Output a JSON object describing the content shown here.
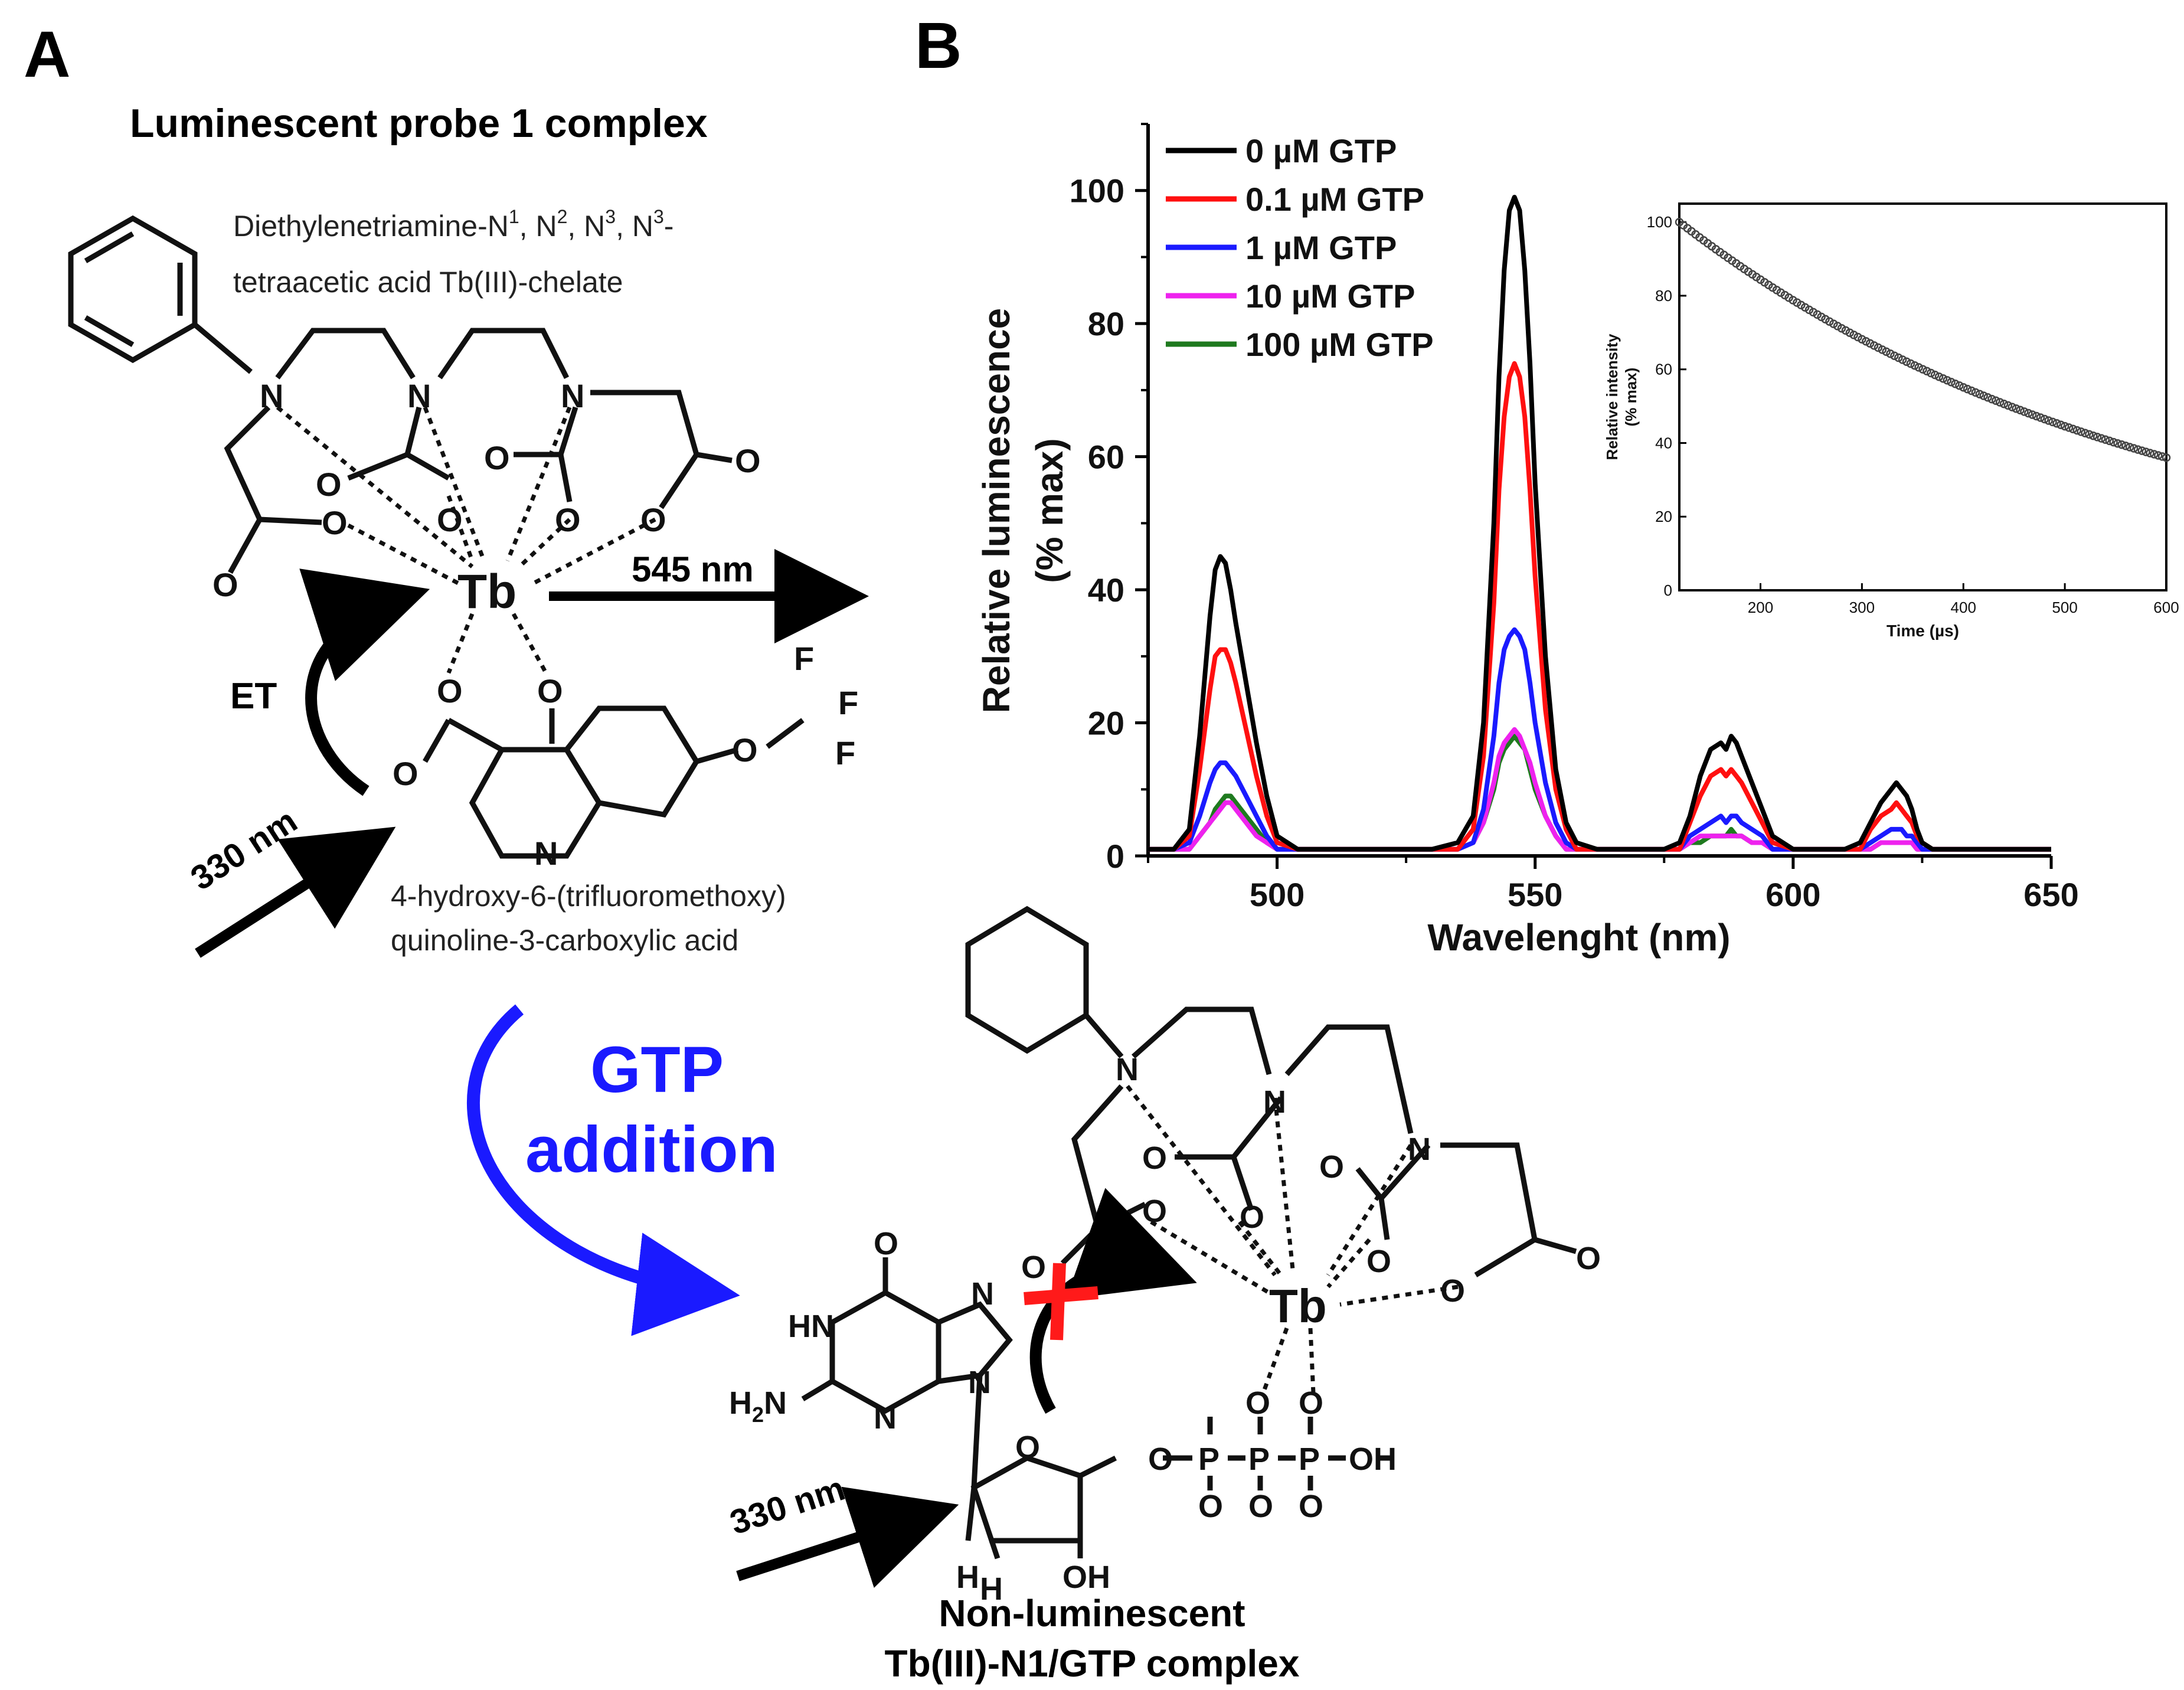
{
  "panel_a": {
    "label": "A",
    "title": "Luminescent probe 1 complex",
    "chelate_name_1": "Diethylenetriamine-N",
    "chelate_sup_1": "1",
    "chelate_sep_1": ", N",
    "chelate_sup_2": "2",
    "chelate_sep_2": ", N",
    "chelate_sup_3": "3",
    "chelate_sep_3": ", N",
    "chelate_sup_4": "3",
    "chelate_end": "-",
    "chelate_name_2": "tetraacetic acid Tb(III)-chelate",
    "emission_label": "545 nm",
    "et_label": "ET",
    "excitation_label": "330 nm",
    "ligand_name_1": "4-hydroxy-6-(trifluoromethoxy)",
    "ligand_name_2": "quinoline-3-carboxylic acid",
    "atoms": {
      "tb": "Tb",
      "n": "N",
      "o": "O",
      "f": "F"
    }
  },
  "transition": {
    "line1": "GTP",
    "line2": "addition",
    "color": "#1a1aff"
  },
  "panel_c": {
    "excitation_label": "330 nm",
    "title1": "Non-luminescent",
    "title2": "Tb(III)-N1/GTP complex",
    "atoms": {
      "hn": "HN",
      "h2n": "H",
      "h2n_sub": "2",
      "h2n_n": "N",
      "oh": "OH",
      "h": "H",
      "p": "P",
      "o": "O",
      "n": "N"
    },
    "blocked_color": "#ff1a1a"
  },
  "panel_b": {
    "label": "B"
  },
  "chart_data": [
    {
      "type": "line",
      "xlabel": "Wavelenght (nm)",
      "ylabel_line1": "Relative luminescence",
      "ylabel_line2": "(% max)",
      "xlim": [
        475,
        650
      ],
      "ylim": [
        0,
        110
      ],
      "xticks": [
        500,
        550,
        600,
        650
      ],
      "yticks": [
        0,
        20,
        40,
        60,
        80,
        100
      ],
      "legend_position": "top-left",
      "series": [
        {
          "name": "0 µM GTP",
          "color": "#000000",
          "x": [
            475,
            480,
            483,
            485,
            487,
            488,
            489,
            490,
            491,
            492,
            494,
            496,
            498,
            500,
            504,
            510,
            520,
            530,
            535,
            538,
            540,
            542,
            543,
            544,
            545,
            546,
            547,
            548,
            549,
            550,
            552,
            554,
            556,
            558,
            562,
            570,
            575,
            578,
            580,
            582,
            584,
            586,
            587,
            588,
            589,
            590,
            592,
            594,
            596,
            600,
            605,
            610,
            613,
            615,
            617,
            619,
            620,
            621,
            622,
            623,
            624,
            625,
            627,
            630,
            635,
            640,
            645,
            650
          ],
          "y": [
            1,
            1,
            4,
            18,
            36,
            43,
            45,
            44,
            40,
            35,
            26,
            17,
            9,
            3,
            1,
            1,
            1,
            1,
            2,
            6,
            20,
            50,
            72,
            88,
            97,
            99,
            97,
            88,
            74,
            56,
            30,
            13,
            5,
            2,
            1,
            1,
            1,
            2,
            6,
            12,
            16,
            17,
            16,
            18,
            17,
            15,
            11,
            7,
            3,
            1,
            1,
            1,
            2,
            5,
            8,
            10,
            11,
            10,
            9,
            7,
            4,
            2,
            1,
            1,
            1,
            1,
            1,
            1
          ]
        },
        {
          "name": "0.1 µM GTP",
          "color": "#ff1010",
          "x": [
            475,
            480,
            483,
            485,
            487,
            488,
            489,
            490,
            491,
            492,
            494,
            496,
            498,
            500,
            504,
            510,
            520,
            530,
            535,
            538,
            540,
            542,
            543,
            544,
            545,
            546,
            547,
            548,
            549,
            550,
            552,
            554,
            556,
            558,
            562,
            570,
            575,
            578,
            580,
            582,
            584,
            586,
            587,
            588,
            589,
            590,
            592,
            594,
            596,
            600,
            605,
            610,
            613,
            615,
            617,
            619,
            620,
            621,
            622,
            623,
            624,
            625,
            627,
            630,
            635,
            640,
            645,
            650
          ],
          "y": [
            1,
            1,
            3,
            13,
            25,
            30,
            31,
            31,
            29,
            26,
            19,
            12,
            6,
            2,
            1,
            1,
            1,
            1,
            1,
            4,
            15,
            38,
            55,
            66,
            72,
            74,
            72,
            66,
            55,
            42,
            22,
            10,
            4,
            1,
            1,
            1,
            1,
            1,
            5,
            9,
            12,
            13,
            12,
            13,
            12,
            11,
            8,
            5,
            2,
            1,
            1,
            1,
            1,
            4,
            6,
            7,
            8,
            7,
            6,
            5,
            3,
            2,
            1,
            1,
            1,
            1,
            1,
            1
          ]
        },
        {
          "name": "1 µM GTP",
          "color": "#1a1aff",
          "x": [
            475,
            480,
            483,
            485,
            487,
            488,
            489,
            490,
            491,
            492,
            494,
            496,
            498,
            500,
            504,
            510,
            520,
            530,
            535,
            538,
            540,
            542,
            543,
            544,
            545,
            546,
            547,
            548,
            549,
            550,
            552,
            554,
            556,
            558,
            562,
            570,
            575,
            578,
            580,
            582,
            584,
            586,
            587,
            588,
            589,
            590,
            592,
            594,
            596,
            600,
            605,
            610,
            613,
            615,
            617,
            619,
            620,
            621,
            622,
            623,
            624,
            625,
            627,
            630,
            635,
            640,
            645,
            650
          ],
          "y": [
            1,
            1,
            2,
            6,
            11,
            13,
            14,
            14,
            13,
            12,
            9,
            6,
            3,
            1,
            1,
            1,
            1,
            1,
            1,
            2,
            7,
            18,
            26,
            31,
            33,
            34,
            33,
            31,
            26,
            20,
            11,
            5,
            2,
            1,
            1,
            1,
            1,
            1,
            3,
            4,
            5,
            6,
            5,
            6,
            6,
            5,
            4,
            3,
            1,
            1,
            1,
            1,
            1,
            2,
            3,
            4,
            4,
            4,
            3,
            3,
            2,
            1,
            1,
            1,
            1,
            1,
            1,
            1
          ]
        },
        {
          "name": "10 µM GTP",
          "color": "#ee22ee",
          "x": [
            475,
            480,
            483,
            485,
            487,
            488,
            489,
            490,
            491,
            492,
            494,
            496,
            498,
            500,
            504,
            510,
            520,
            530,
            535,
            538,
            540,
            542,
            543,
            544,
            545,
            546,
            547,
            548,
            549,
            550,
            552,
            554,
            556,
            558,
            562,
            570,
            575,
            578,
            580,
            582,
            584,
            586,
            587,
            588,
            589,
            590,
            592,
            594,
            596,
            600,
            605,
            610,
            613,
            615,
            617,
            619,
            620,
            621,
            622,
            623,
            624,
            625,
            627,
            630,
            635,
            640,
            645,
            650
          ],
          "y": [
            1,
            1,
            1,
            3,
            5,
            6,
            7,
            8,
            8,
            7,
            5,
            3,
            2,
            1,
            1,
            1,
            1,
            1,
            1,
            2,
            5,
            11,
            15,
            17,
            18,
            19,
            18,
            16,
            14,
            11,
            6,
            3,
            1,
            1,
            1,
            1,
            1,
            1,
            2,
            3,
            3,
            3,
            3,
            3,
            3,
            3,
            2,
            2,
            1,
            1,
            1,
            1,
            1,
            1,
            2,
            2,
            2,
            2,
            2,
            2,
            1,
            1,
            1,
            1,
            1,
            1,
            1,
            1
          ]
        },
        {
          "name": "100 µM GTP",
          "color": "#1f7a1f",
          "x": [
            475,
            480,
            483,
            485,
            487,
            488,
            489,
            490,
            491,
            492,
            494,
            496,
            498,
            500,
            504,
            510,
            520,
            530,
            535,
            538,
            540,
            542,
            543,
            544,
            545,
            546,
            547,
            548,
            549,
            550,
            552,
            554,
            556,
            558,
            562,
            570,
            575,
            578,
            580,
            582,
            584,
            586,
            587,
            588,
            589,
            590,
            592,
            594,
            596,
            600,
            605,
            610,
            613,
            615,
            617,
            619,
            620,
            621,
            622,
            623,
            624,
            625,
            627,
            630,
            635,
            640,
            645,
            650
          ],
          "y": [
            1,
            1,
            1,
            3,
            5,
            7,
            8,
            9,
            9,
            8,
            6,
            4,
            2,
            1,
            1,
            1,
            1,
            1,
            1,
            2,
            5,
            10,
            14,
            16,
            17,
            18,
            17,
            16,
            13,
            10,
            6,
            3,
            1,
            1,
            1,
            1,
            1,
            1,
            2,
            2,
            3,
            3,
            3,
            4,
            3,
            3,
            2,
            2,
            1,
            1,
            1,
            1,
            1,
            1,
            2,
            2,
            2,
            2,
            2,
            2,
            1,
            1,
            1,
            1,
            1,
            1,
            1,
            1
          ]
        }
      ]
    },
    {
      "type": "scatter",
      "title": "",
      "xlabel": "Time (µs)",
      "ylabel_line1": "Relative intensity",
      "ylabel_line2": "(% max)",
      "xlim": [
        120,
        600
      ],
      "ylim": [
        0,
        105
      ],
      "xticks": [
        200,
        300,
        400,
        500,
        600
      ],
      "yticks": [
        0,
        20,
        40,
        60,
        80,
        100
      ],
      "decay": {
        "y0": 100,
        "x0": 120,
        "tau_us": 470
      },
      "marker_color": "#444444"
    }
  ]
}
